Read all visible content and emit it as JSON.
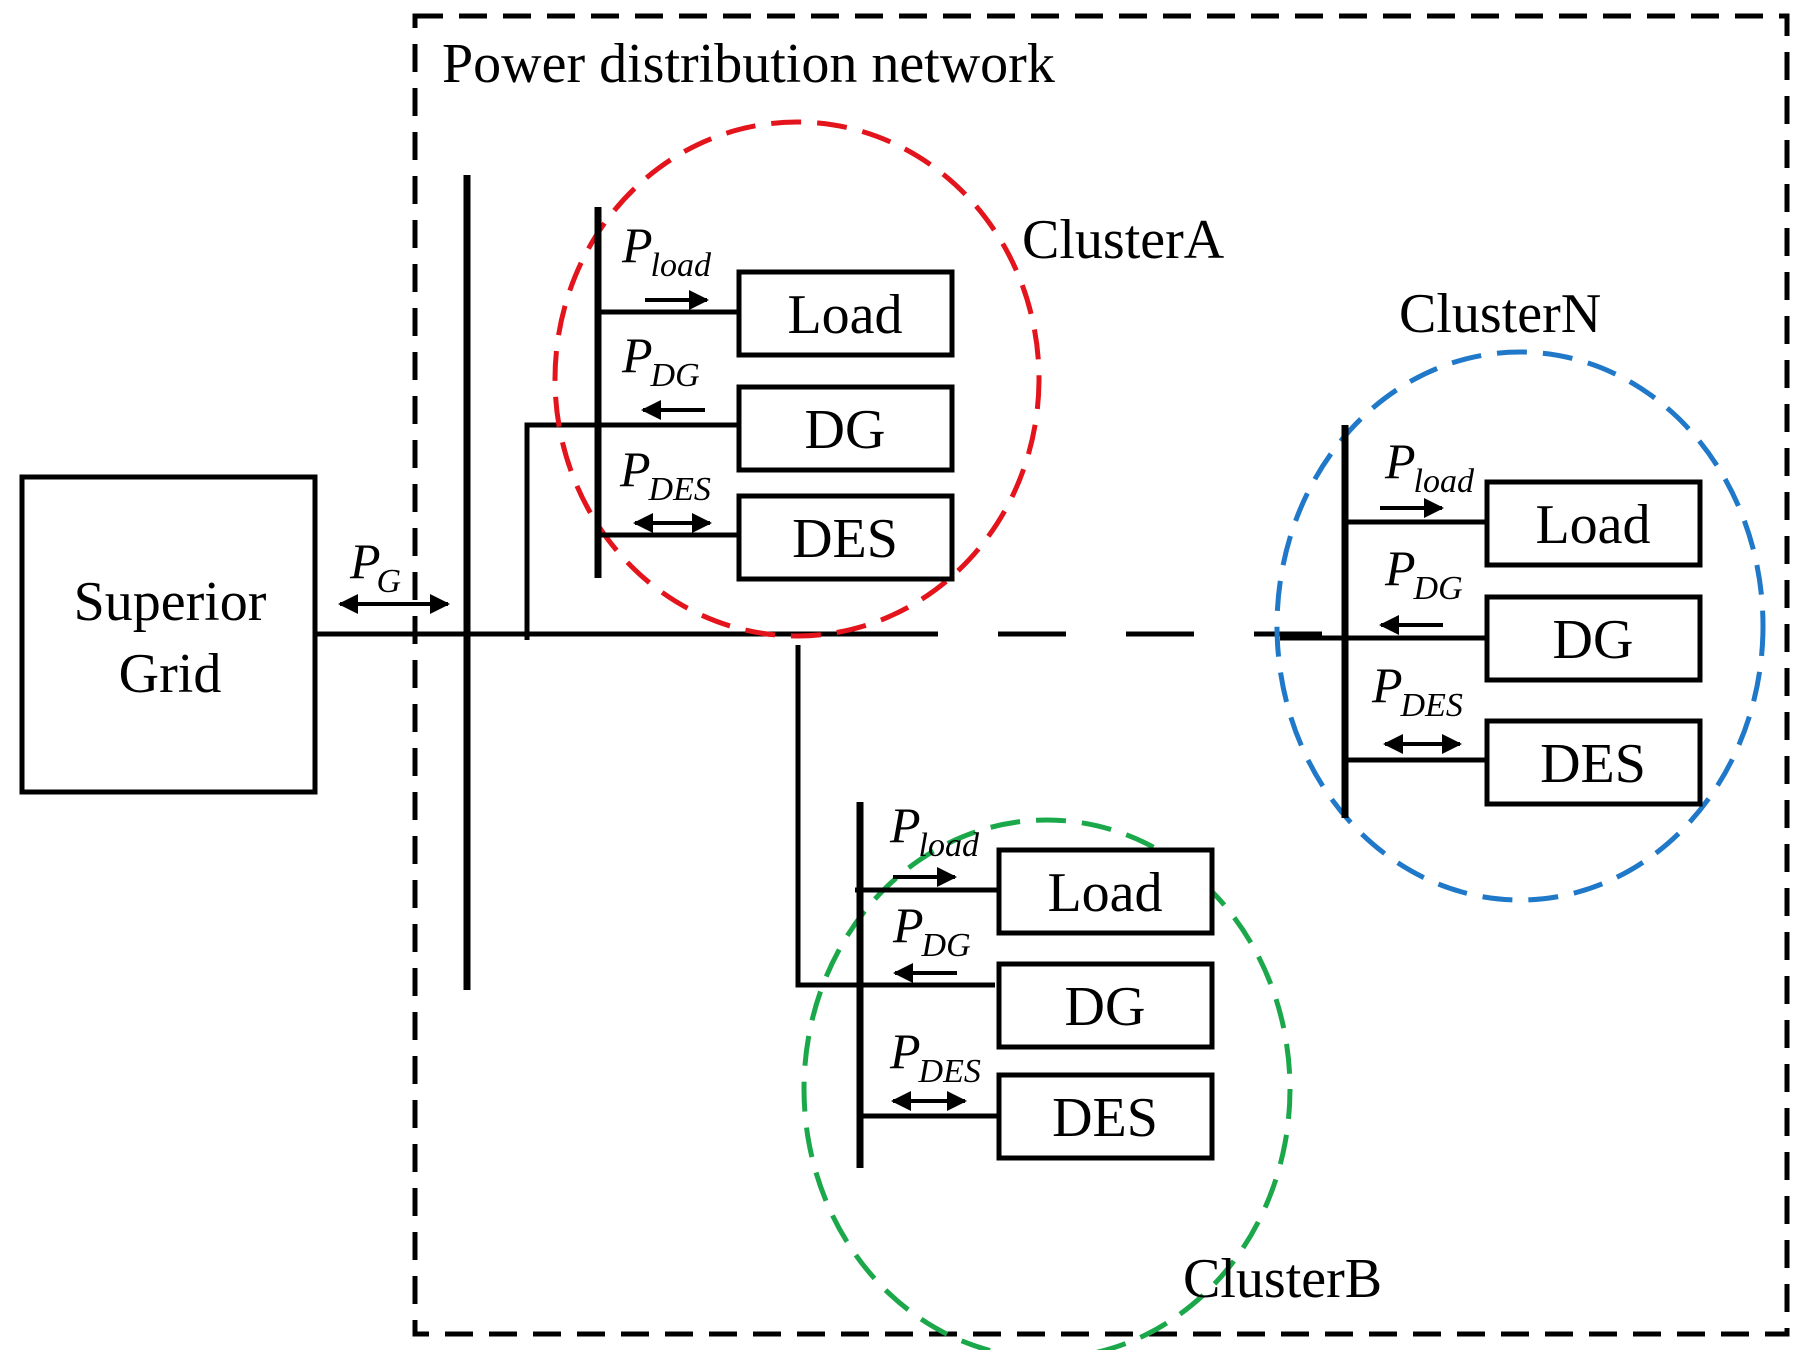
{
  "title": "Power distribution network",
  "superior_grid": {
    "line1": "Superior",
    "line2": "Grid"
  },
  "pg": {
    "main": "P",
    "sub": "G"
  },
  "clusters": {
    "a": {
      "label": "ClusterA",
      "color": "#e3141b",
      "boxes": [
        "Load",
        "DG",
        "DES"
      ],
      "powers": [
        {
          "main": "P",
          "sub": "load"
        },
        {
          "main": "P",
          "sub": "DG"
        },
        {
          "main": "P",
          "sub": "DES"
        }
      ]
    },
    "b": {
      "label": "ClusterB",
      "color": "#1ba84a",
      "boxes": [
        "Load",
        "DG",
        "DES"
      ],
      "powers": [
        {
          "main": "P",
          "sub": "load"
        },
        {
          "main": "P",
          "sub": "DG"
        },
        {
          "main": "P",
          "sub": "DES"
        }
      ]
    },
    "n": {
      "label": "ClusterN",
      "color": "#1f78c8",
      "boxes": [
        "Load",
        "DG",
        "DES"
      ],
      "powers": [
        {
          "main": "P",
          "sub": "load"
        },
        {
          "main": "P",
          "sub": "DG"
        },
        {
          "main": "P",
          "sub": "DES"
        }
      ]
    }
  }
}
